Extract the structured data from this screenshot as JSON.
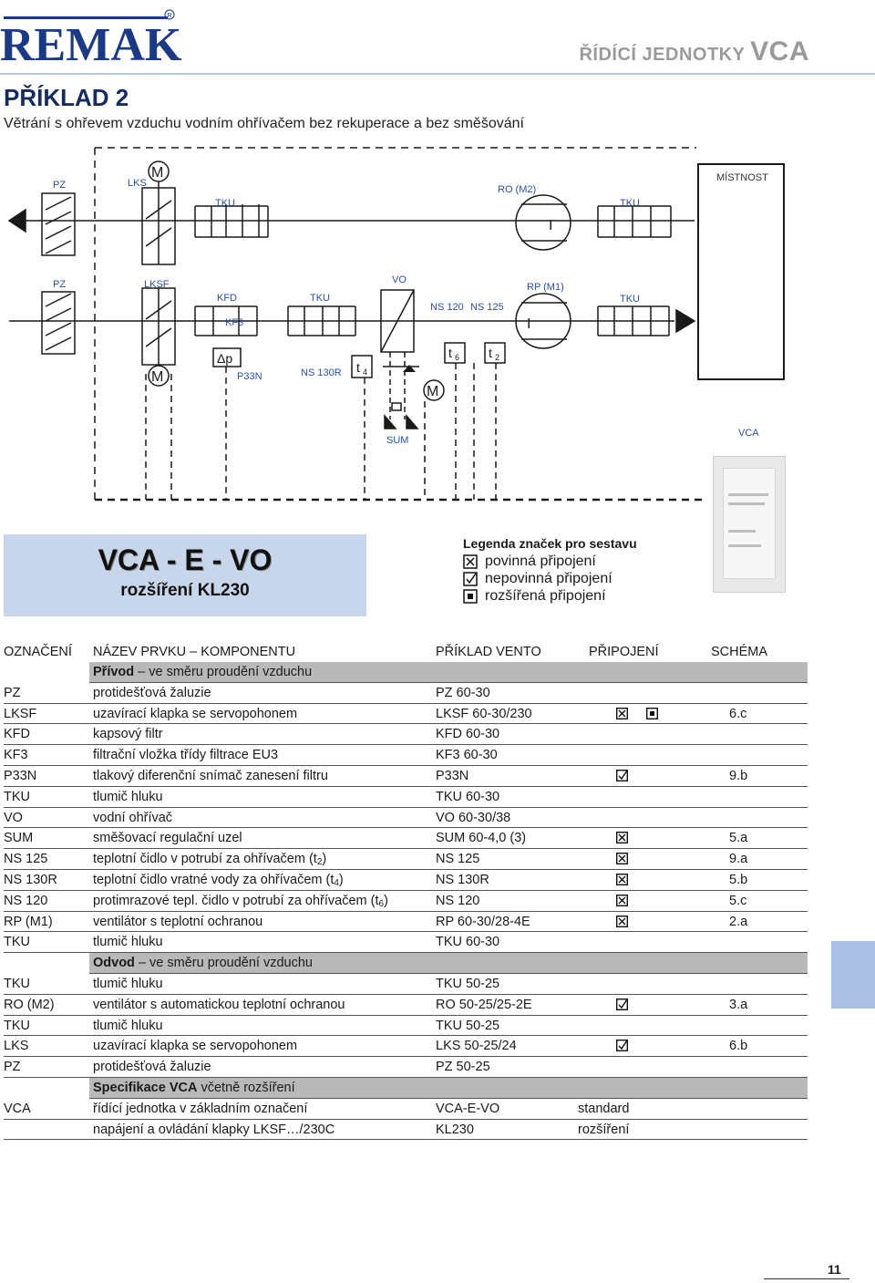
{
  "header": {
    "brand": "REMAK",
    "section_title_prefix": "ŘÍDÍCÍ JEDNOTKY",
    "section_title_code": "VCA"
  },
  "page": {
    "title": "PŘÍKLAD 2",
    "subtitle": "Větrání s ohřevem vzduchu vodním ohřívačem bez rekuperace a bez směšování",
    "page_number": "11"
  },
  "diagram": {
    "labels": {
      "pz_top": "PZ",
      "lks": "LKS",
      "m_top": "M",
      "tku_top1": "TKU",
      "ro_m2": "RO (M2)",
      "tku_top2": "TKU",
      "mistnost": "MÍSTNOST",
      "pz_bottom": "PZ",
      "lksf": "LKSF",
      "kfd": "KFD",
      "kf3": "KF3",
      "tku_mid1": "TKU",
      "vo": "VO",
      "ns120": "NS 120",
      "ns125": "NS 125",
      "rp_m1": "RP (M1)",
      "tku_mid2": "TKU",
      "m_bottom": "M",
      "dp": "Δp",
      "p33n": "P33N",
      "ns130r": "NS 130R",
      "t4": "t",
      "t4_sub": "4",
      "t6": "t",
      "t6_sub": "6",
      "t2": "t",
      "t2_sub": "2",
      "m_pump": "M",
      "sum": "SUM",
      "vca": "VCA",
      "fan_mark": "I"
    }
  },
  "vca_box": {
    "line1": "VCA - E - VO",
    "line2": "rozšíření KL230"
  },
  "legend": {
    "title": "Legenda značek pro sestavu",
    "items": [
      "povinná připojení",
      "nepovinná připojení",
      "rozšířená připojení"
    ]
  },
  "table": {
    "headers": [
      "OZNAČENÍ",
      "NÁZEV PRVKU – KOMPONENTU",
      "PŘÍKLAD VENTO",
      "PŘIPOJENÍ",
      "SCHÉMA"
    ],
    "section_prividod": {
      "bold": "Přívod",
      "rest": " – ve směru proudění vzduchu"
    },
    "section_odvod": {
      "bold": "Odvod",
      "rest": " – ve směru proudění vzduchu"
    },
    "section_spec": {
      "bold": "Specifikace VCA",
      "rest": " včetně rozšíření"
    },
    "rows": [
      {
        "code": "PZ",
        "name": "protidešťová žaluzie",
        "example": "PZ 60-30",
        "conn": "",
        "schema": ""
      },
      {
        "code": "LKSF",
        "name": "uzavírací klapka se servopohonem",
        "example": "LKSF 60-30/230",
        "conn": "povinna+rozsirena",
        "schema": "6.c"
      },
      {
        "code": "KFD",
        "name": "kapsový filtr",
        "example": "KFD 60-30",
        "conn": "",
        "schema": ""
      },
      {
        "code": "KF3",
        "name": "filtrační vložka třídy filtrace EU3",
        "example": "KF3 60-30",
        "conn": "",
        "schema": ""
      },
      {
        "code": "P33N",
        "name": "tlakový diferenční snímač zanesení filtru",
        "example": "P33N",
        "conn": "nepovinna",
        "schema": "9.b"
      },
      {
        "code": "TKU",
        "name": "tlumič hluku",
        "example": "TKU 60-30",
        "conn": "",
        "schema": ""
      },
      {
        "code": "VO",
        "name": "vodní ohřívač",
        "example": "VO 60-30/38",
        "conn": "",
        "schema": ""
      },
      {
        "code": "SUM",
        "name": "směšovací regulační uzel",
        "example": "SUM 60-4,0 (3)",
        "conn": "povinna",
        "schema": "5.a"
      },
      {
        "code": "NS 125",
        "name": "teplotní čidlo v potrubí za ohřívačem (t",
        "name_sub": "2",
        "name_end": ")",
        "example": "NS 125",
        "conn": "povinna",
        "schema": "9.a"
      },
      {
        "code": "NS 130R",
        "name": "teplotní čidlo vratné vody za ohřívačem (t",
        "name_sub": "4",
        "name_end": ")",
        "example": "NS 130R",
        "conn": "povinna",
        "schema": "5.b"
      },
      {
        "code": "NS 120",
        "name": "protimrazové tepl. čidlo v potrubí za ohřívačem (t",
        "name_sub": "6",
        "name_end": ")",
        "example": "NS 120",
        "conn": "povinna",
        "schema": "5.c"
      },
      {
        "code": "RP (M1)",
        "name": "ventilátor s teplotní ochranou",
        "example": "RP 60-30/28-4E",
        "conn": "povinna",
        "schema": "2.a"
      },
      {
        "code": "TKU",
        "name": "tlumič hluku",
        "example": "TKU 60-30",
        "conn": "",
        "schema": ""
      }
    ],
    "rows_odvod": [
      {
        "code": "TKU",
        "name": "tlumič hluku",
        "example": "TKU 50-25",
        "conn": "",
        "schema": ""
      },
      {
        "code": "RO (M2)",
        "name": "ventilátor s automatickou teplotní ochranou",
        "example": "RO 50-25/25-2E",
        "conn": "nepovinna",
        "schema": "3.a"
      },
      {
        "code": "TKU",
        "name": "tlumič hluku",
        "example": "TKU 50-25",
        "conn": "",
        "schema": ""
      },
      {
        "code": "LKS",
        "name": "uzavírací klapka se servopohonem",
        "example": "LKS 50-25/24",
        "conn": "nepovinna",
        "schema": "6.b"
      },
      {
        "code": "PZ",
        "name": "protidešťová žaluzie",
        "example": "PZ 50-25",
        "conn": "",
        "schema": ""
      }
    ],
    "rows_spec": [
      {
        "code": "VCA",
        "name": "řídící jednotka v základním označení",
        "example": "VCA-E-VO",
        "conn_text": "standard"
      },
      {
        "code": "",
        "name": "napájení a ovládání klapky LKSF…/230C",
        "example": "KL230",
        "conn_text": "rozšíření"
      }
    ]
  },
  "colors": {
    "brand_blue": "#1c3a84",
    "title_navy": "#162b5e",
    "highlight_blue": "#c8d6ec",
    "section_gray": "#b9b9b9"
  }
}
